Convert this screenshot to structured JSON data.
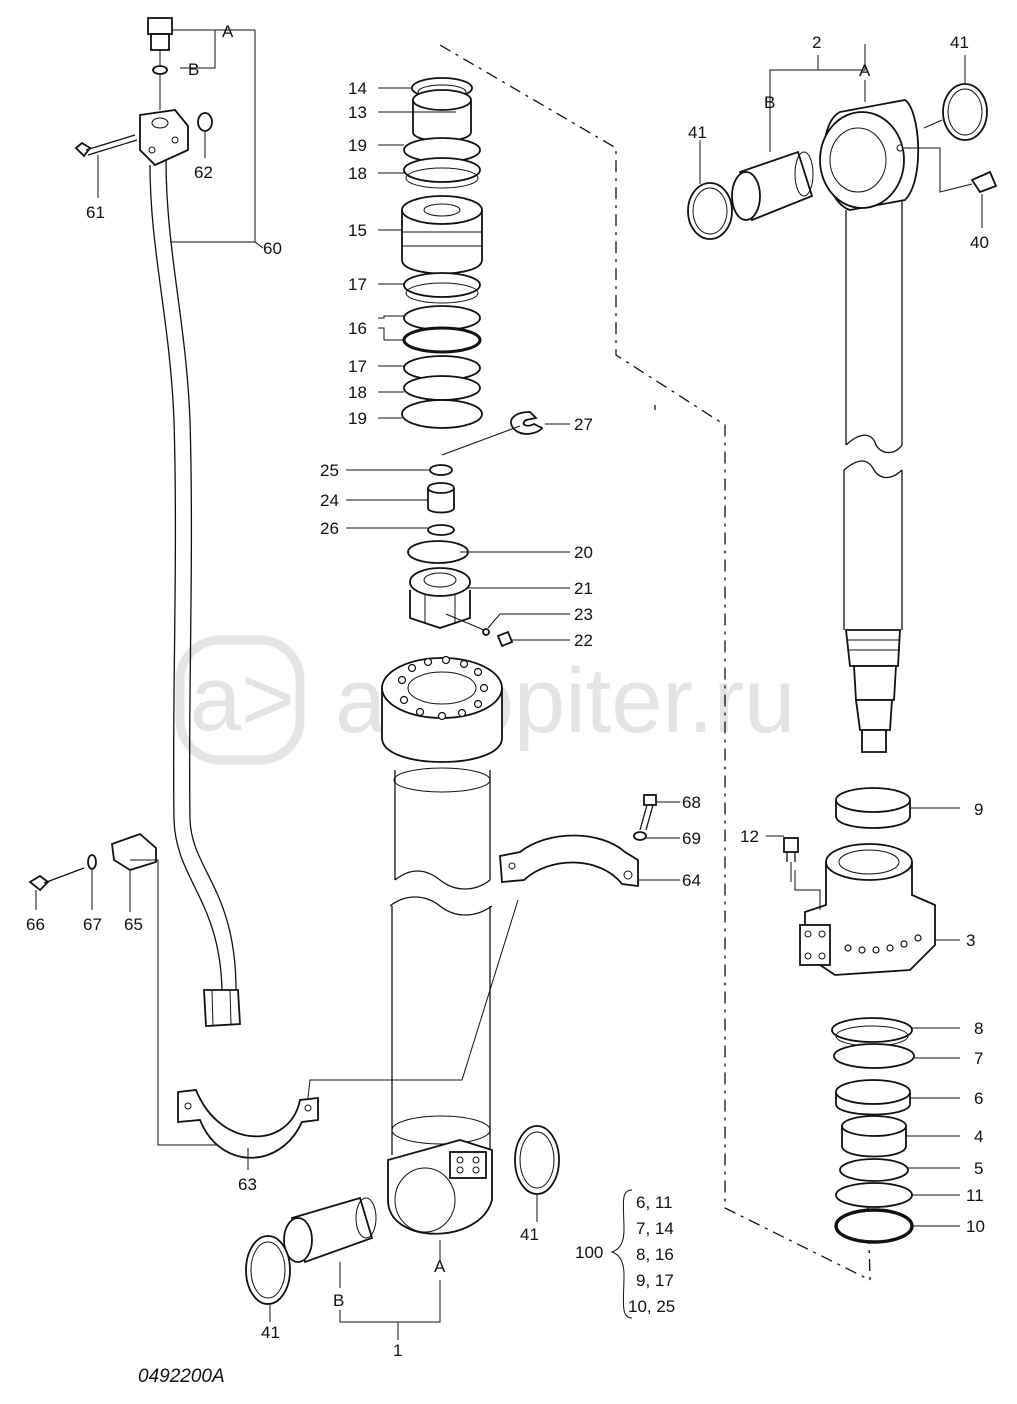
{
  "diagram_code": "0492200A",
  "watermark": "autopiter.ru",
  "labels": {
    "l1": "1",
    "l2": "2",
    "l3": "3",
    "l4": "4",
    "l5": "5",
    "l6": "6",
    "l7": "7",
    "l8": "8",
    "l9": "9",
    "l10": "10",
    "l11": "11",
    "l12": "12",
    "l13": "13",
    "l14": "14",
    "l15": "15",
    "l16": "16",
    "l17a": "17",
    "l17b": "17",
    "l18a": "18",
    "l18b": "18",
    "l19a": "19",
    "l19b": "19",
    "l20": "20",
    "l21": "21",
    "l22": "22",
    "l23": "23",
    "l24": "24",
    "l25": "25",
    "l26": "26",
    "l27": "27",
    "l40": "40",
    "l41a": "41",
    "l41b": "41",
    "l41c": "41",
    "l41d": "41",
    "l60": "60",
    "l61": "61",
    "l62": "62",
    "l63": "63",
    "l64": "64",
    "l65": "65",
    "l66": "66",
    "l67": "67",
    "l68": "68",
    "l69": "69",
    "A1": "A",
    "B1": "B",
    "A2": "A",
    "B2": "B",
    "A3": "A",
    "B3": "B"
  },
  "kit": {
    "number": "100",
    "rows": [
      "6,  11",
      "7,  14",
      "8,  16",
      "9,  17",
      "10,  25"
    ]
  }
}
